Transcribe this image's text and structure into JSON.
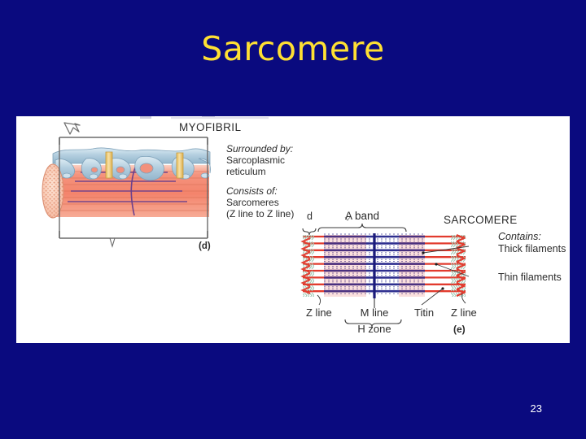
{
  "slide": {
    "title": "Sarcomere",
    "page_number": "23",
    "background_color": "#0a0a7f",
    "title_color": "#ffe033",
    "panel_color": "#ffffff"
  },
  "figure": {
    "panel_d": {
      "heading": "MYOFIBRIL",
      "panel_label": "(d)",
      "notes": [
        {
          "lead": "Surrounded by:",
          "lines": [
            "Sarcoplasmic",
            "reticulum"
          ]
        },
        {
          "lead": "Consists of:",
          "lines": [
            "Sarcomeres",
            "(Z line to Z line)"
          ]
        }
      ],
      "colors": {
        "myofibril": "#f4907a",
        "myofibril_light": "#fbc3b2",
        "reticulum": "#aecbdd",
        "tubule": "#f0c96a",
        "rule": "#6b6b6b",
        "stripe": "#6b3f8c"
      }
    },
    "panel_e": {
      "panel_label": "(e)",
      "d_label": "d",
      "band_label": "A band",
      "sarcomere_label": "SARCOMERE",
      "contains_lead": "Contains:",
      "contains_items": [
        "Thick filaments",
        "Thin filaments"
      ],
      "bottom_labels": {
        "z_line_left": "Z line",
        "m_line": "M line",
        "h_zone": "H zone",
        "titin": "Titin",
        "z_line_right": "Z line"
      },
      "colors": {
        "thin_filament": "#e23b2e",
        "thick_filament": "#2e2f8f",
        "m_line": "#1b1b7a",
        "titin_spring": "#9fc8b4",
        "cross_bridge": "#3a3a96"
      },
      "filament_rows": 9
    }
  }
}
